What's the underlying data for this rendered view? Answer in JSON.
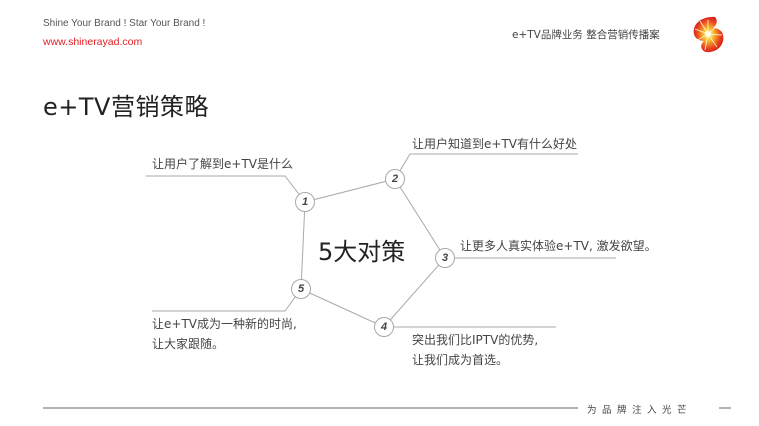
{
  "header": {
    "tagline": "Shine Your Brand ! Star Your Brand !",
    "url": "www.shinerayad.com",
    "doc_title": "e+TV品牌业务 整合营销传播案",
    "logo_icon": "shineray-starburst-logo"
  },
  "page": {
    "title": "e+TV营销策略"
  },
  "diagram": {
    "center_label": "5大对策",
    "line_color": "#a9a9a9",
    "nodes": [
      {
        "number": "1",
        "text": "让用户了解到e+TV是什么"
      },
      {
        "number": "2",
        "text": "让用户知道到e+TV有什么好处"
      },
      {
        "number": "3",
        "text": "让更多人真实体验e+TV, 激发欲望。"
      },
      {
        "number": "4",
        "text_line1": "突出我们比IPTV的优势,",
        "text_line2": "让我们成为首选。"
      },
      {
        "number": "5",
        "text_line1": "让e+TV成为一种新的时尚,",
        "text_line2": "让大家跟随。"
      }
    ]
  },
  "footer": {
    "slogan": "为品牌注入光芒"
  },
  "colors": {
    "brand_red": "#e31e24",
    "text": "#444444"
  }
}
